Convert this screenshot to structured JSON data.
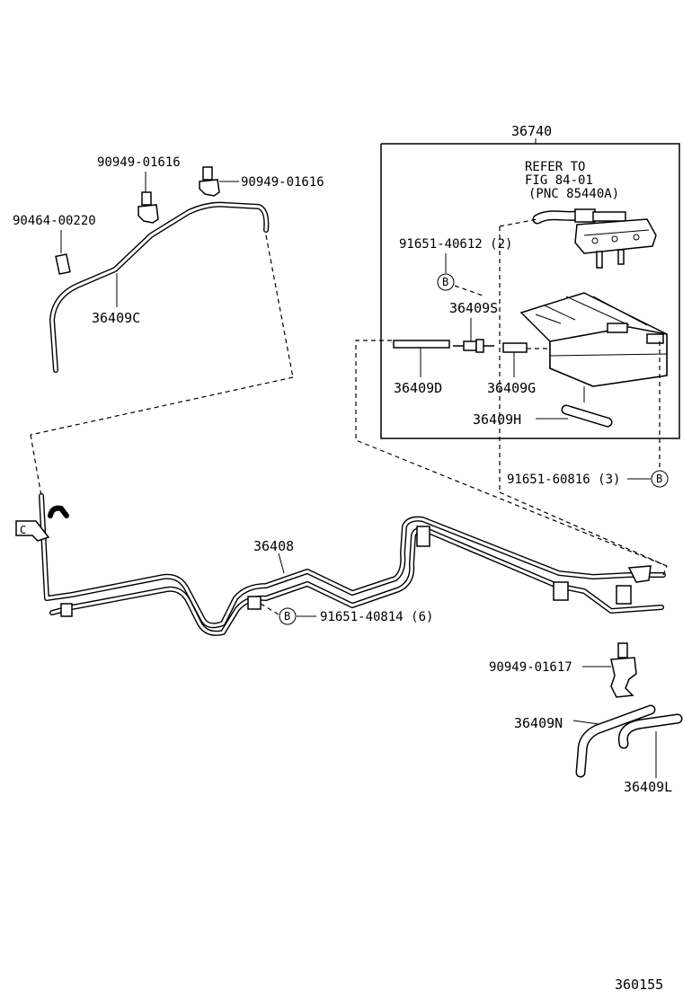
{
  "labels": {
    "assembly_36740": "36740",
    "refer_line1": "REFER TO",
    "refer_line2": "FIG 84-01",
    "refer_line3": "(PNC 85440A)",
    "clip_90949_01616_a": "90949-01616",
    "clip_90949_01616_b": "90949-01616",
    "clamp_90464_00220": "90464-00220",
    "hose_36409C": "36409C",
    "bolt_91651_40612": "91651-40612 (2)",
    "hose_36409S": "36409S",
    "hose_36409D": "36409D",
    "hose_36409G": "36409G",
    "hose_36409H": "36409H",
    "bolt_91651_60816": "91651-60816 (3)",
    "pipe_36408": "36408",
    "bolt_91651_40814": "91651-40814 (6)",
    "clip_90949_01617": "90949-01617",
    "hose_36409N": "36409N",
    "hose_36409L": "36409L",
    "figure_number": "360155",
    "bolt_marker": "B"
  },
  "colors": {
    "line": "#000000",
    "background": "#ffffff"
  }
}
